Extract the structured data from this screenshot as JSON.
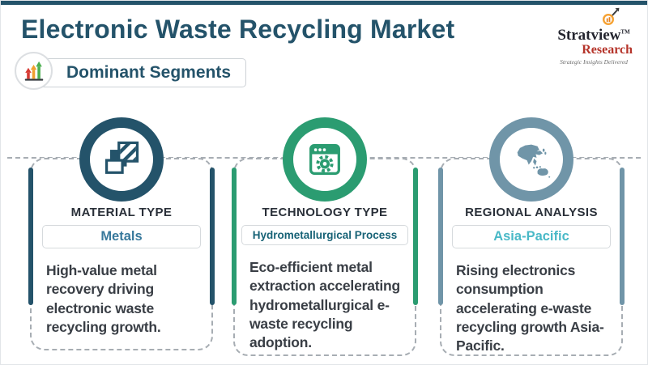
{
  "header": {
    "title": "Electronic Waste Recycling Market",
    "badge_label": "Dominant Segments"
  },
  "logo": {
    "name": "Stratview",
    "tm": "TM",
    "sub": "Research",
    "tagline": "Strategic Insights Delivered"
  },
  "cards": [
    {
      "category": "MATERIAL TYPE",
      "value": "Metals",
      "description": "High-value metal recovery driving electronic waste recycling growth.",
      "icon": "layered-material-icon",
      "accent_color": "#24536a",
      "value_color": "#38799c"
    },
    {
      "category": "TECHNOLOGY TYPE",
      "value": "Hydrometallurgical Process",
      "description": "Eco-efficient metal extraction accelerating hydrometallurgical e-waste recycling adoption.",
      "icon": "process-window-gear-icon",
      "accent_color": "#2b9c71",
      "value_color": "#176276"
    },
    {
      "category": "REGIONAL ANALYSIS",
      "value": "Asia-Pacific",
      "description": "Rising electronics consumption accelerating e-waste recycling growth Asia-Pacific.",
      "icon": "asia-pacific-map-icon",
      "accent_color": "#7095a8",
      "value_color": "#49b9c7"
    }
  ],
  "colors": {
    "primary_teal": "#24536a",
    "green": "#2b9c71",
    "steel_blue": "#7095a8",
    "research_red": "#b5342a",
    "arrow_red": "#d63a33",
    "arrow_orange": "#f0a030",
    "arrow_green": "#4caf50",
    "dashed_border": "#a7adb3"
  }
}
